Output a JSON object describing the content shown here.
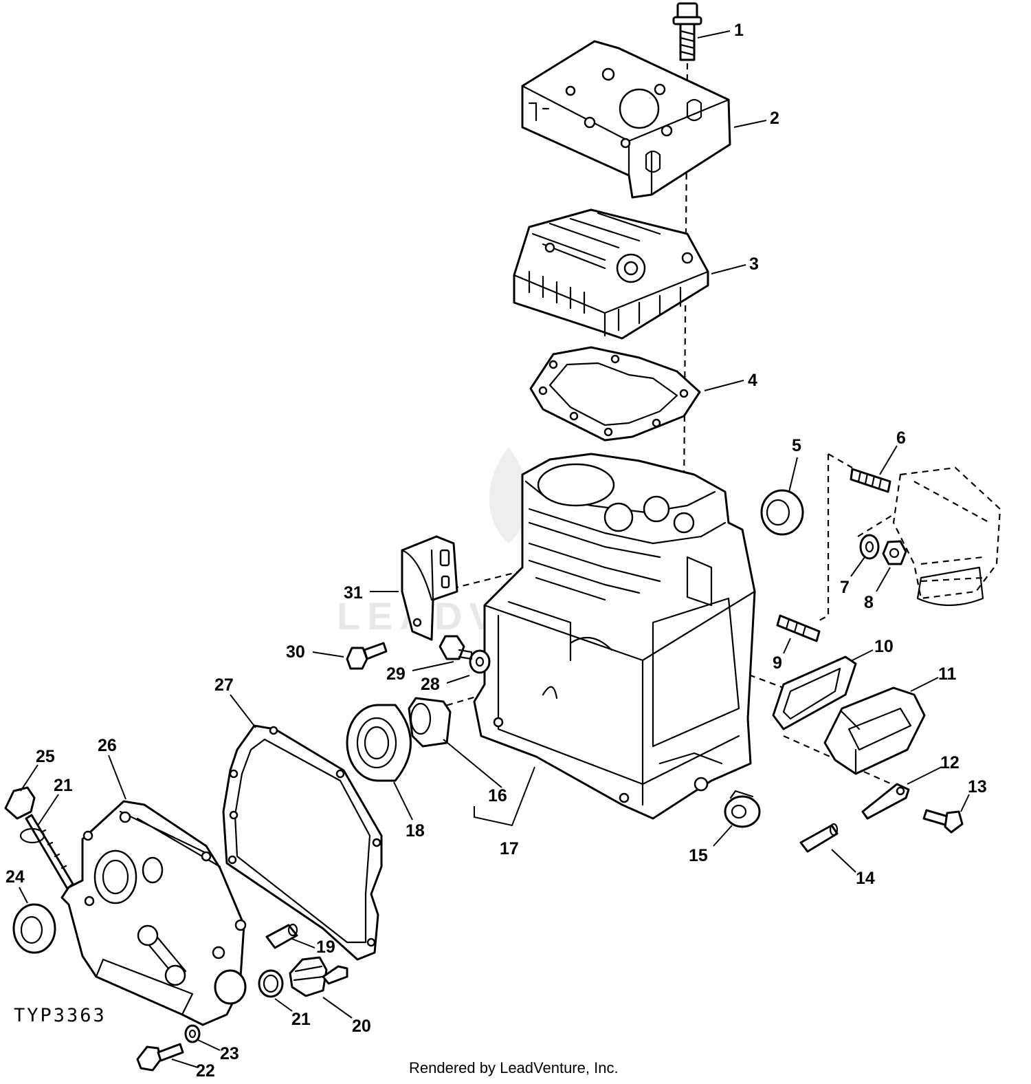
{
  "diagram": {
    "drawing_id": "TYP3363",
    "credit": "Rendered by LeadVenture, Inc.",
    "watermark": "LEADVENTURE"
  },
  "callouts": [
    "1",
    "2",
    "3",
    "4",
    "5",
    "6",
    "7",
    "8",
    "9",
    "10",
    "11",
    "12",
    "13",
    "14",
    "15",
    "16",
    "17",
    "18",
    "19",
    "20",
    "21",
    "21",
    "22",
    "23",
    "24",
    "25",
    "26",
    "27",
    "28",
    "29",
    "30",
    "31"
  ]
}
